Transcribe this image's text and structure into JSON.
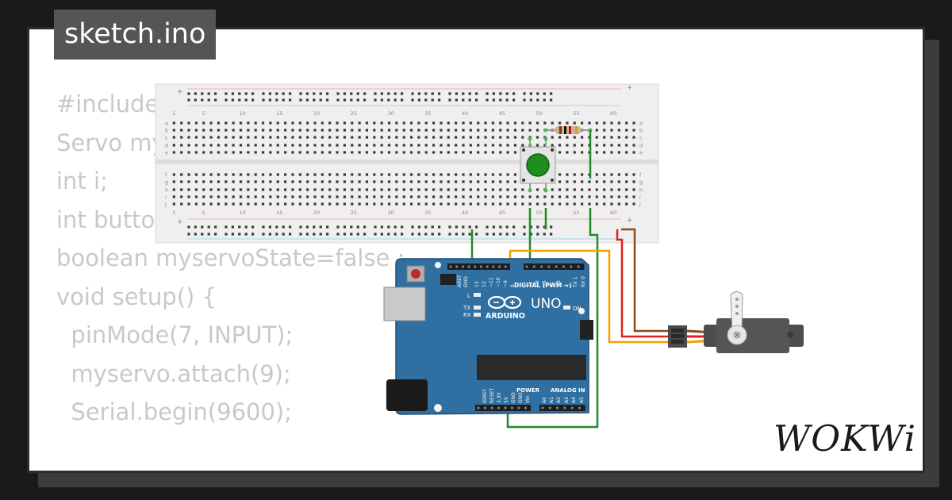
{
  "file_tab": {
    "label": "sketch.ino"
  },
  "code_lines": [
    "#include <Servo.h>",
    "Servo myservo;",
    "int i;",
    "int buttonState;",
    "boolean myservoState=false ;",
    "void setup() {",
    "  pinMode(7, INPUT);",
    "  myservo.attach(9);",
    "  Serial.begin(9600);",
    "",
    "}"
  ],
  "breadboard": {
    "column_numbers": [
      "1",
      "5",
      "10",
      "15",
      "20",
      "25",
      "30",
      "35",
      "40",
      "45",
      "50",
      "55",
      "60"
    ],
    "row_letters_top": [
      "a",
      "b",
      "c",
      "d",
      "e"
    ],
    "row_letters_bottom": [
      "f",
      "g",
      "h",
      "i",
      "j"
    ],
    "rail_plus": "+",
    "rail_minus": "-"
  },
  "arduino": {
    "model": "UNO",
    "brand": "ARDUINO",
    "digital_label": "DIGITAL (PWM ~)",
    "power_label": "POWER",
    "analog_label": "ANALOG IN",
    "on_label": "ON",
    "l_label": "L",
    "tx_label": "TX",
    "rx_label": "RX",
    "digital_pins": [
      "AREF",
      "GND",
      "13",
      "12",
      "~11",
      "~10",
      "~9",
      "8",
      "7",
      "~6",
      "~5",
      "4",
      "~3",
      "2",
      "TX 1",
      "RX 0"
    ],
    "power_pins": [
      "IOREF",
      "RESET",
      "3.3V",
      "5V",
      "GND",
      "GND",
      "Vin"
    ],
    "analog_pins": [
      "A0",
      "A1",
      "A2",
      "A3",
      "A4",
      "A5"
    ]
  },
  "logo": {
    "text": "WOKWi"
  },
  "colors": {
    "background": "#1a1a1a",
    "card": "#ffffff",
    "code_text": "#c9c9c9",
    "tag_background": "#555555",
    "board_blue": "#2f6fa1",
    "wire_green": "#1f8a28",
    "wire_orange": "#f0a000",
    "wire_red": "#e02020",
    "wire_brown": "#8b4a1a",
    "button_cap": "#1e8c1e"
  }
}
